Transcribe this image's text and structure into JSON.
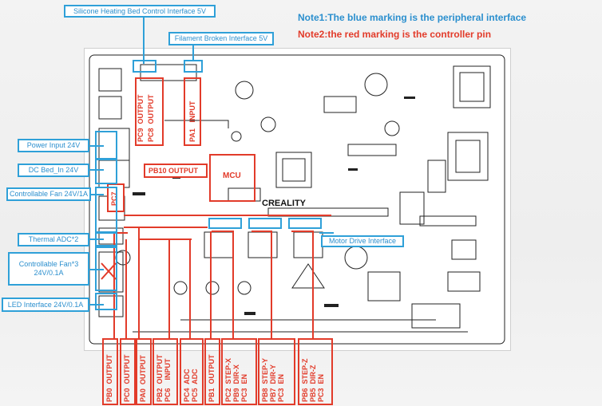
{
  "notes": {
    "note1": "Note1:The blue marking is the peripheral interface",
    "note2": "Note2:the red marking is the controller pin"
  },
  "colors": {
    "blue": "#2b8fce",
    "red": "#e23b2a"
  },
  "blue_labels": {
    "heating_bed": "Silicone Heating Bed Control Interface  5V",
    "filament": "Filament Broken Interface  5V",
    "power_input": "Power Input   24V",
    "dc_bed": "DC Bed_In  24V",
    "fan": "Controllable Fan 24V/1A",
    "thermal": "Thermal  ADC*2",
    "fan3_line1": "Controllable Fan*3",
    "fan3_line2": "24V/0.1A",
    "led": "LED Interface 24V/0.1A",
    "motor": "Motor Drive Interface"
  },
  "board": {
    "mcu": "MCU",
    "logo": "CREALITY",
    "pb10": "PB10  OUTPUT",
    "pc7": "PC7"
  },
  "vertical_pins": {
    "pc9": "PC9  OUTPUT",
    "pc8": "PC8  OUTPUT",
    "pa1": "PA1   INPUT"
  },
  "pin_groups": [
    {
      "text": "PB0  OUTPUT"
    },
    {
      "text": "PC0  OUTPUT"
    },
    {
      "text": "PA0  OUTPUT"
    },
    {
      "text": "PB2  OUTPUT\nPC6    INPUT"
    },
    {
      "text": "PC4  ADC\nPC5  ADC"
    },
    {
      "text": "PB1  OUTPUT"
    },
    {
      "text": "PC2  STEP-X\nPB9  DIR-X\nPC3  EN"
    },
    {
      "text": "PB8  STEP-Y\nPB7  DIR-Y\nPC3  EN"
    },
    {
      "text": "PB6  STEP-Z\nPB5  DIR-Z\nPC3  EN"
    }
  ]
}
